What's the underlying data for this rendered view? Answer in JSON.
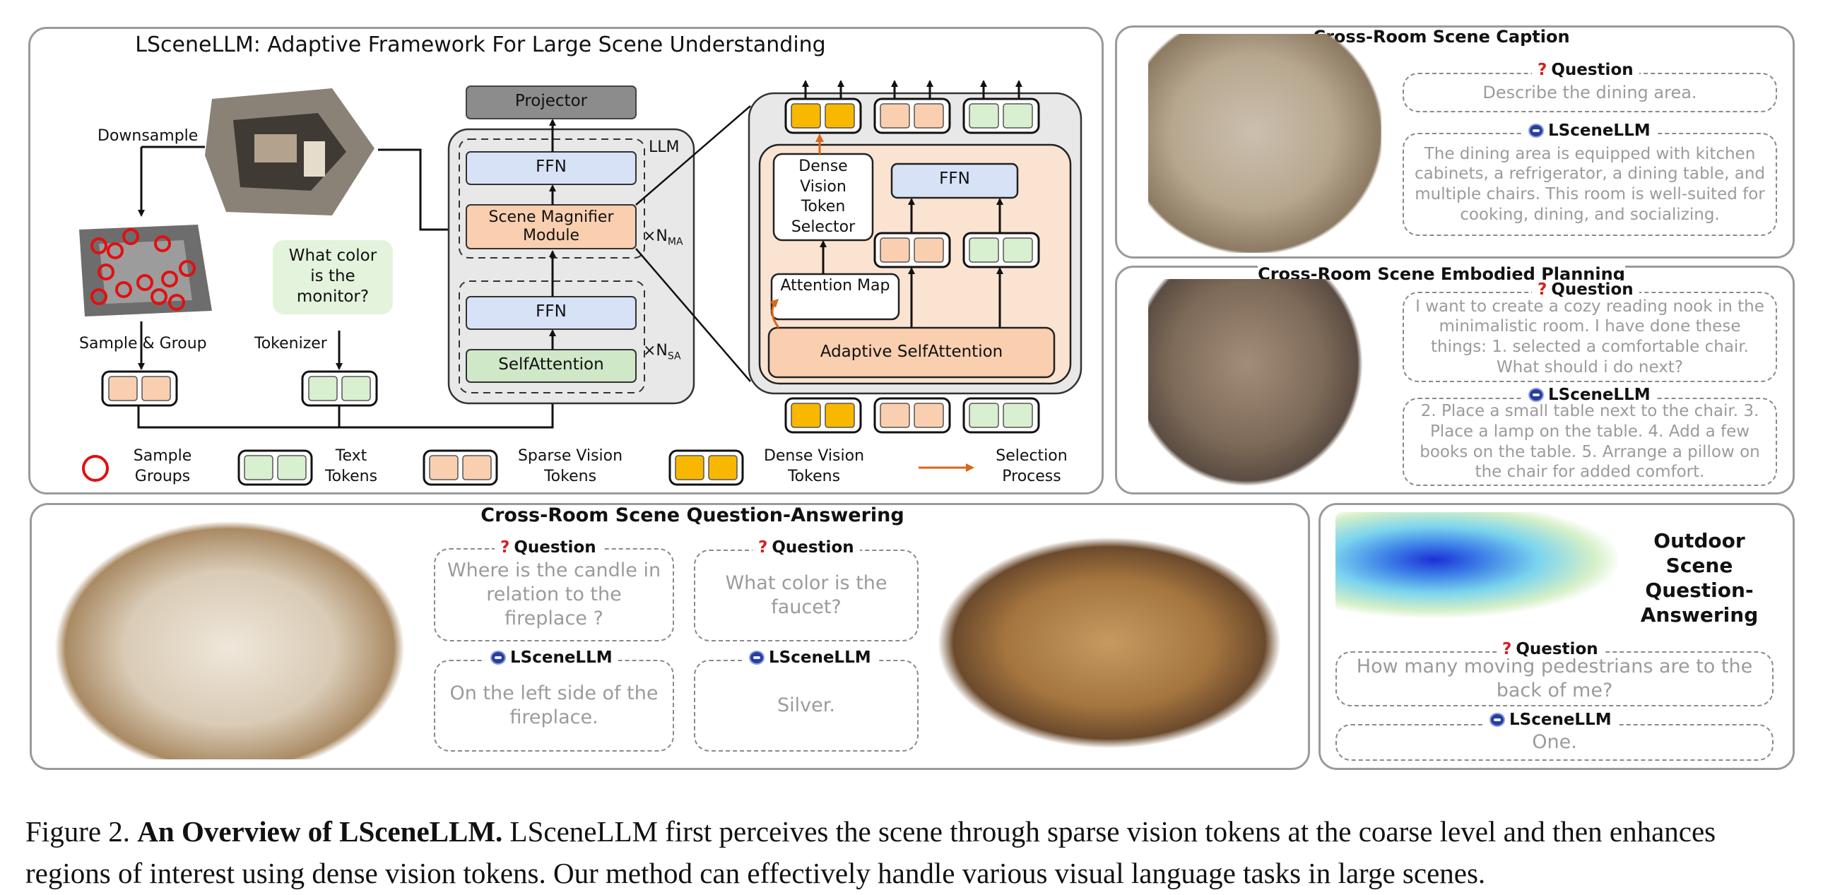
{
  "main": {
    "title": "LSceneLLM: Adaptive Framework For Large Scene Understanding",
    "labels": {
      "downsample": "Downsample",
      "sample_group": "Sample & Group",
      "tokenizer": "Tokenizer",
      "question": "What color is the monitor?",
      "projector": "Projector",
      "llm": "LLM",
      "ffn": "FFN",
      "scene_magnifier": "Scene Magnifier Module",
      "self_attention": "SelfAttention",
      "xnma": "×N",
      "xnma_sub": "MA",
      "xnsa": "×N",
      "xnsa_sub": "SA",
      "dense_selector": "Dense Vision Token Selector",
      "attention_map": "Attention Map",
      "adaptive_self_attention": "Adaptive SelfAttention"
    },
    "legend": [
      {
        "label": "Sample Groups"
      },
      {
        "label": "Text Tokens"
      },
      {
        "label": "Sparse Vision Tokens"
      },
      {
        "label": "Dense Vision Tokens"
      },
      {
        "label": "Selection Process"
      }
    ],
    "colors": {
      "sparse": "#f9cfb0",
      "dense": "#f8b800",
      "text": "#d8efd0",
      "ffn": "#d7e2f6",
      "scene_magnifier": "#f9cfb0",
      "self_attention": "#cfe8c8",
      "selection_arrow": "#d9661b",
      "sample_circle": "#e01010"
    }
  },
  "caption_panel": {
    "title": "Cross-Room Scene Caption",
    "question_label": "Question",
    "question": "Describe the dining area.",
    "answer_label": "LSceneLLM",
    "answer": "The dining area is equipped with kitchen cabinets, a refrigerator, a dining table, and multiple chairs. This room is well-suited for cooking, dining, and socializing."
  },
  "planning_panel": {
    "title": "Cross-Room Scene Embodied Planning",
    "question_label": "Question",
    "question": "I want to create a cozy reading nook in the minimalistic room. I have done these things: 1. selected a comfortable chair. What should i do next?",
    "answer_label": "LSceneLLM",
    "answer": "2. Place a small table next to the chair. 3. Place a lamp on the table. 4. Add a few books on the table. 5. Arrange a pillow on the chair for added comfort."
  },
  "qa_panel": {
    "title": "Cross-Room Scene Question-Answering",
    "items": [
      {
        "question_label": "Question",
        "question": "Where is the candle in relation to the fireplace ?",
        "answer_label": "LSceneLLM",
        "answer": "On the left side of the fireplace."
      },
      {
        "question_label": "Question",
        "question": "What color is the faucet?",
        "answer_label": "LSceneLLM",
        "answer": "Silver."
      }
    ]
  },
  "outdoor_panel": {
    "title": "Outdoor Scene Question-Answering",
    "question_label": "Question",
    "question": "How many moving pedestrians are to the back of me?",
    "answer_label": "LSceneLLM",
    "answer": "One."
  },
  "figure_caption": {
    "prefix": "Figure 2.",
    "bold": "An Overview of LSceneLLM.",
    "text": "LSceneLLM first perceives the scene through sparse vision tokens at the coarse level and then enhances regions of interest using dense vision tokens. Our method can effectively handle various visual language tasks in large scenes."
  }
}
